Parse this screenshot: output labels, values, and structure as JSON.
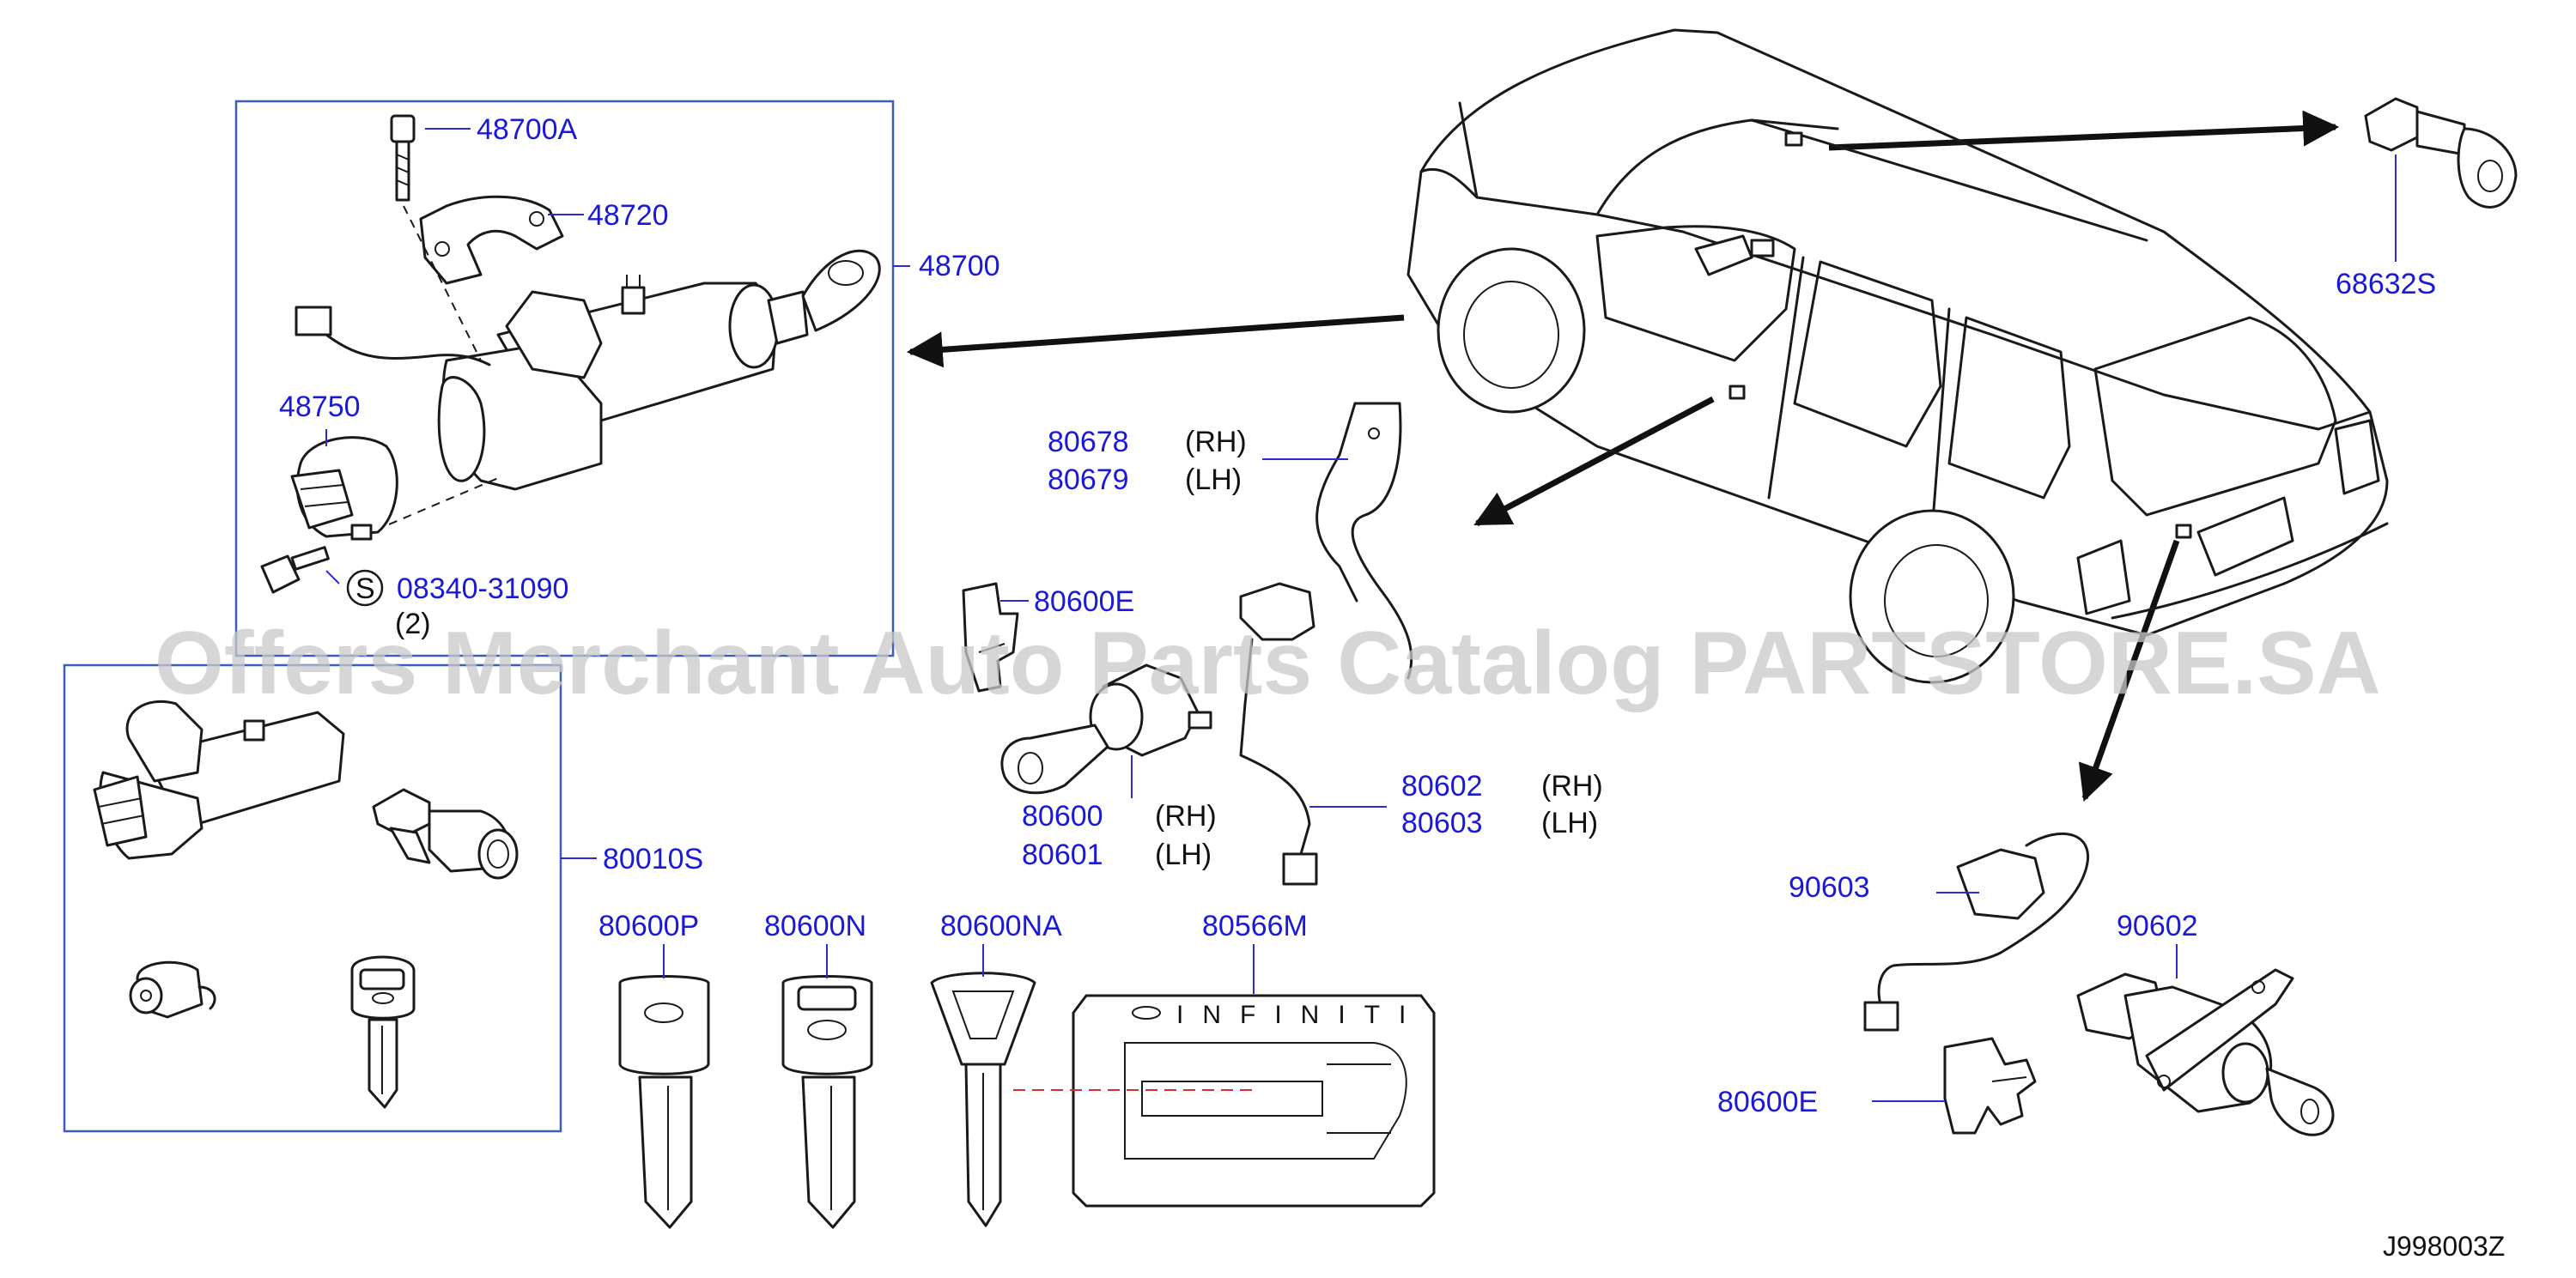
{
  "diagram_code": "J998003Z",
  "watermark": "Offers Merchant Auto Parts Catalog PARTSTORE.SA",
  "ignition_box": {
    "assembly_label": "48700",
    "parts": [
      {
        "number": "48700A"
      },
      {
        "number": "48720"
      },
      {
        "number": "48750"
      }
    ],
    "screw": {
      "symbol": "S",
      "number": "08340-31090",
      "qty": "(2)"
    }
  },
  "kit_box": {
    "label": "80010S"
  },
  "door_parts": {
    "rod_rh": "80678",
    "rod_lh": "80679",
    "clip": "80600E",
    "cyl_rh": "80600",
    "cyl_lh": "80601",
    "switch_rh": "80602",
    "switch_lh": "80603",
    "rh": "(RH)",
    "lh": "(LH)"
  },
  "keys": [
    {
      "number": "80600P"
    },
    {
      "number": "80600N"
    },
    {
      "number": "80600NA"
    },
    {
      "number": "80566M"
    }
  ],
  "key_card_text": "INFINITI",
  "hatch_parts": {
    "lock": "68632S"
  },
  "rear_parts": {
    "switch": "90603",
    "cylinder": "90602",
    "clip": "80600E"
  }
}
